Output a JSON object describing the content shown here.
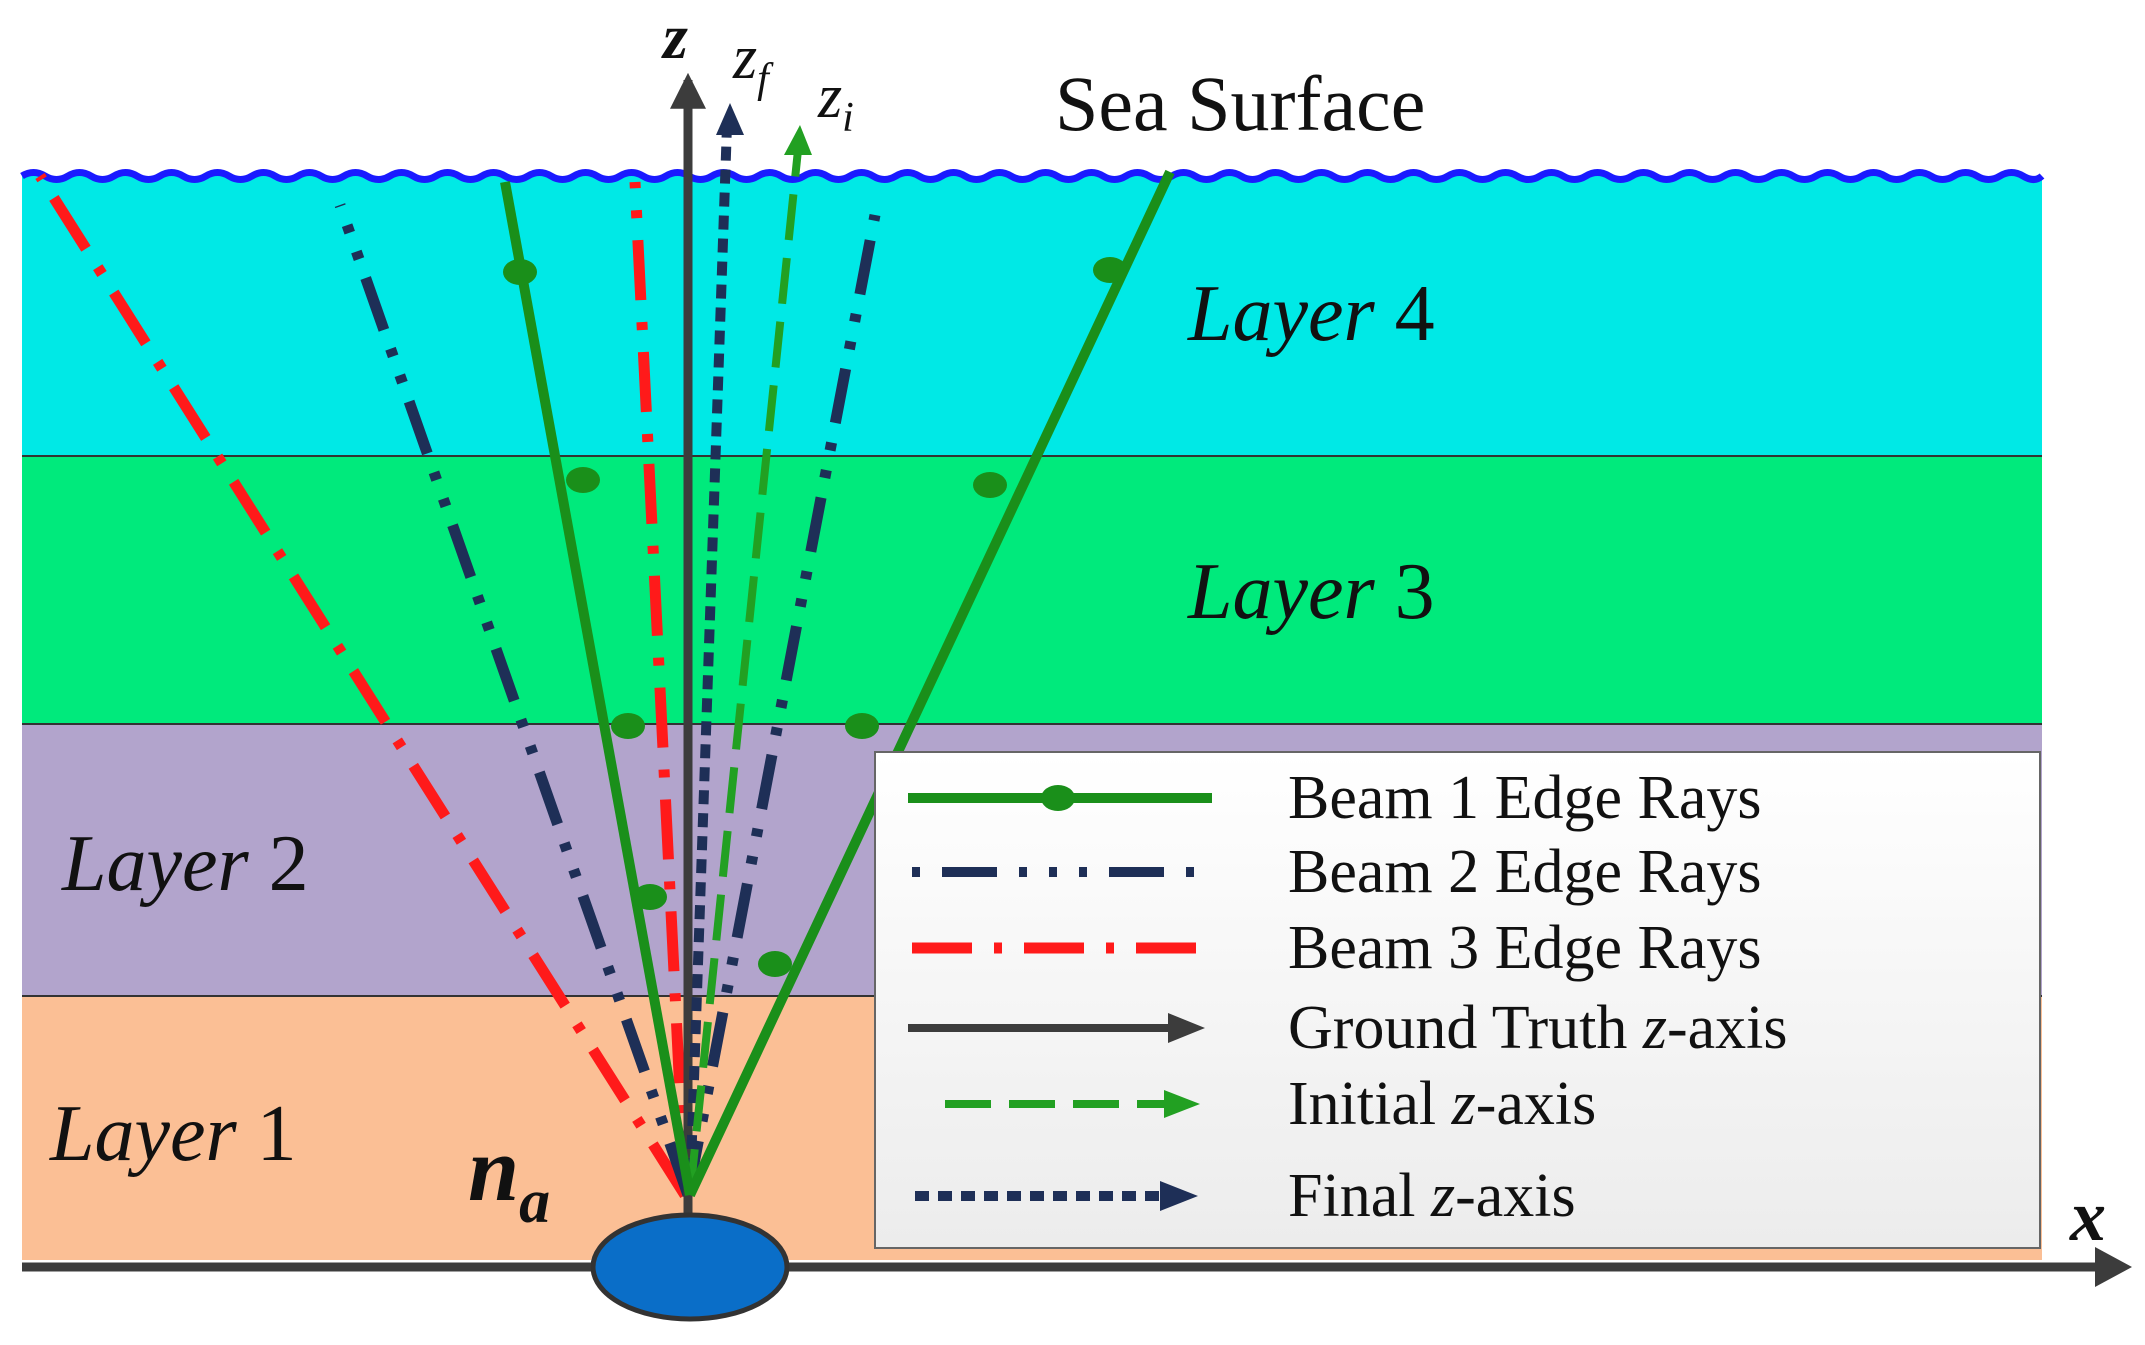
{
  "surface_label": "Sea Surface",
  "layers": [
    {
      "name": "Layer",
      "num": "4",
      "color": "#00e9e6"
    },
    {
      "name": "Layer",
      "num": "3",
      "color": "#00ea7c"
    },
    {
      "name": "Layer",
      "num": "2",
      "color": "#b2a4cc"
    },
    {
      "name": "Layer",
      "num": "1",
      "color": "#fbbf95"
    }
  ],
  "axes": {
    "z": "z",
    "zf_base": "z",
    "zf_sub": "f",
    "zi_base": "z",
    "zi_sub": "i",
    "x": "x"
  },
  "node": {
    "base": "n",
    "sub": "a",
    "color": "#0a6ec8"
  },
  "legend": [
    {
      "key": "beam1",
      "text": "Beam 1 Edge Rays",
      "color": "#1a8f1a"
    },
    {
      "key": "beam2",
      "text": "Beam 2 Edge Rays",
      "color": "#1e2f57"
    },
    {
      "key": "beam3",
      "text": "Beam 3 Edge Rays",
      "color": "#ff1a1a"
    },
    {
      "key": "truth",
      "pre": "Ground Truth ",
      "em": "z",
      "post": "-axis",
      "color": "#3c3c3c"
    },
    {
      "key": "initial",
      "pre": "Initial ",
      "em": "z",
      "post": "-axis",
      "color": "#22a022"
    },
    {
      "key": "final",
      "pre": "Final ",
      "em": "z",
      "post": "-axis",
      "color": "#1e2f57"
    }
  ]
}
